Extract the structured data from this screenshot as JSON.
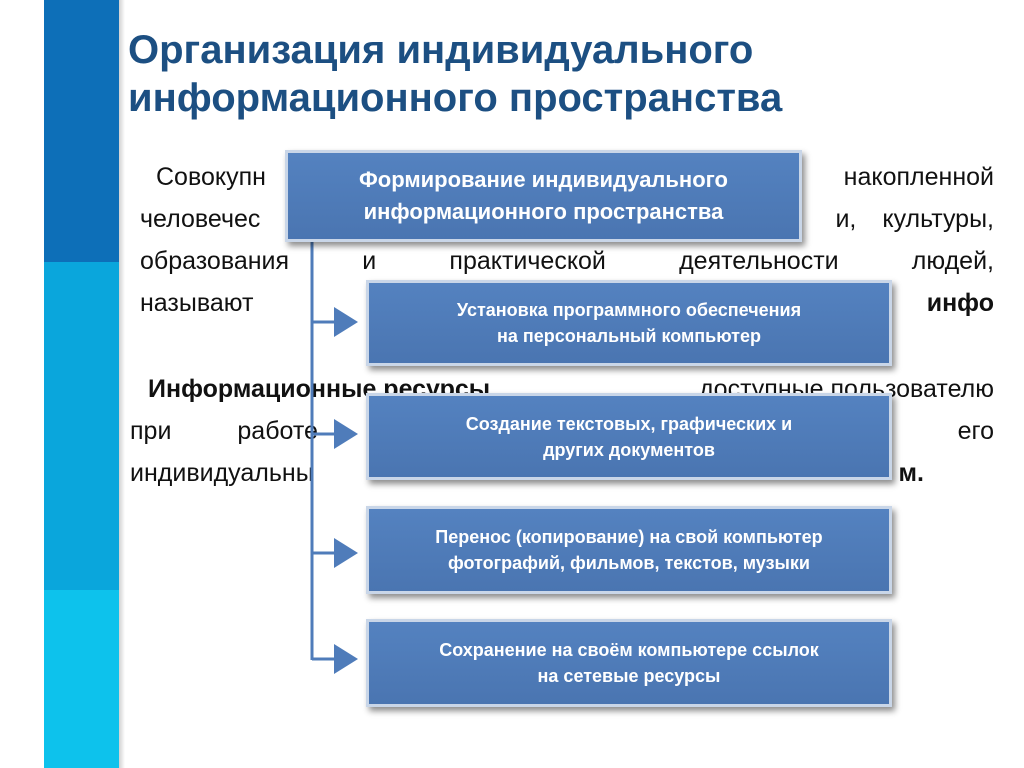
{
  "title": {
    "line1": "Организация индивидуального",
    "line2": "информационного пространства"
  },
  "paragraph1": {
    "line1": "Совокупность накопленной",
    "line1_left": "Совокупн",
    "line1_right": "накопленной",
    "line2_left": "человечес",
    "line2_mid": "и,",
    "line2_right": "культуры,",
    "line3_w1": "образования",
    "line3_w2": "и",
    "line3_w3": "практической",
    "line3_w4": "деятельности",
    "line3_w5": "людей,",
    "line4_plain": "называют",
    "line4_bold": "инфо"
  },
  "paragraph2": {
    "line1_bold": "Информационные ресурсы",
    "line1_rest": ", доступные пользователю",
    "line2_w1": "при",
    "line2_w2": "работе",
    "line2_w3": "его",
    "line3_left": "индивидуальны",
    "line3_right": "м."
  },
  "diagram": {
    "main": {
      "line1": "Формирование индивидуального",
      "line2": "информационного пространства"
    },
    "items": [
      {
        "line1": "Установка программного обеспечения",
        "line2": "на персональный компьютер"
      },
      {
        "line1": "Создание текстовых, графических и",
        "line2": "других документов"
      },
      {
        "line1": "Перенос (копирование) на свой компьютер",
        "line2": "фотографий, фильмов, текстов, музыки"
      },
      {
        "line1": "Сохранение на своём компьютере ссылок",
        "line2": "на сетевые ресурсы"
      }
    ]
  },
  "colors": {
    "title": "#1c4f82",
    "box_fill": "#4f7cba",
    "box_border": "#c9d6e8",
    "connector": "#4f7cba",
    "bar_top": "#0d6fb8",
    "bar_mid": "#0aa6dc",
    "bar_bottom": "#0dc2ec"
  }
}
